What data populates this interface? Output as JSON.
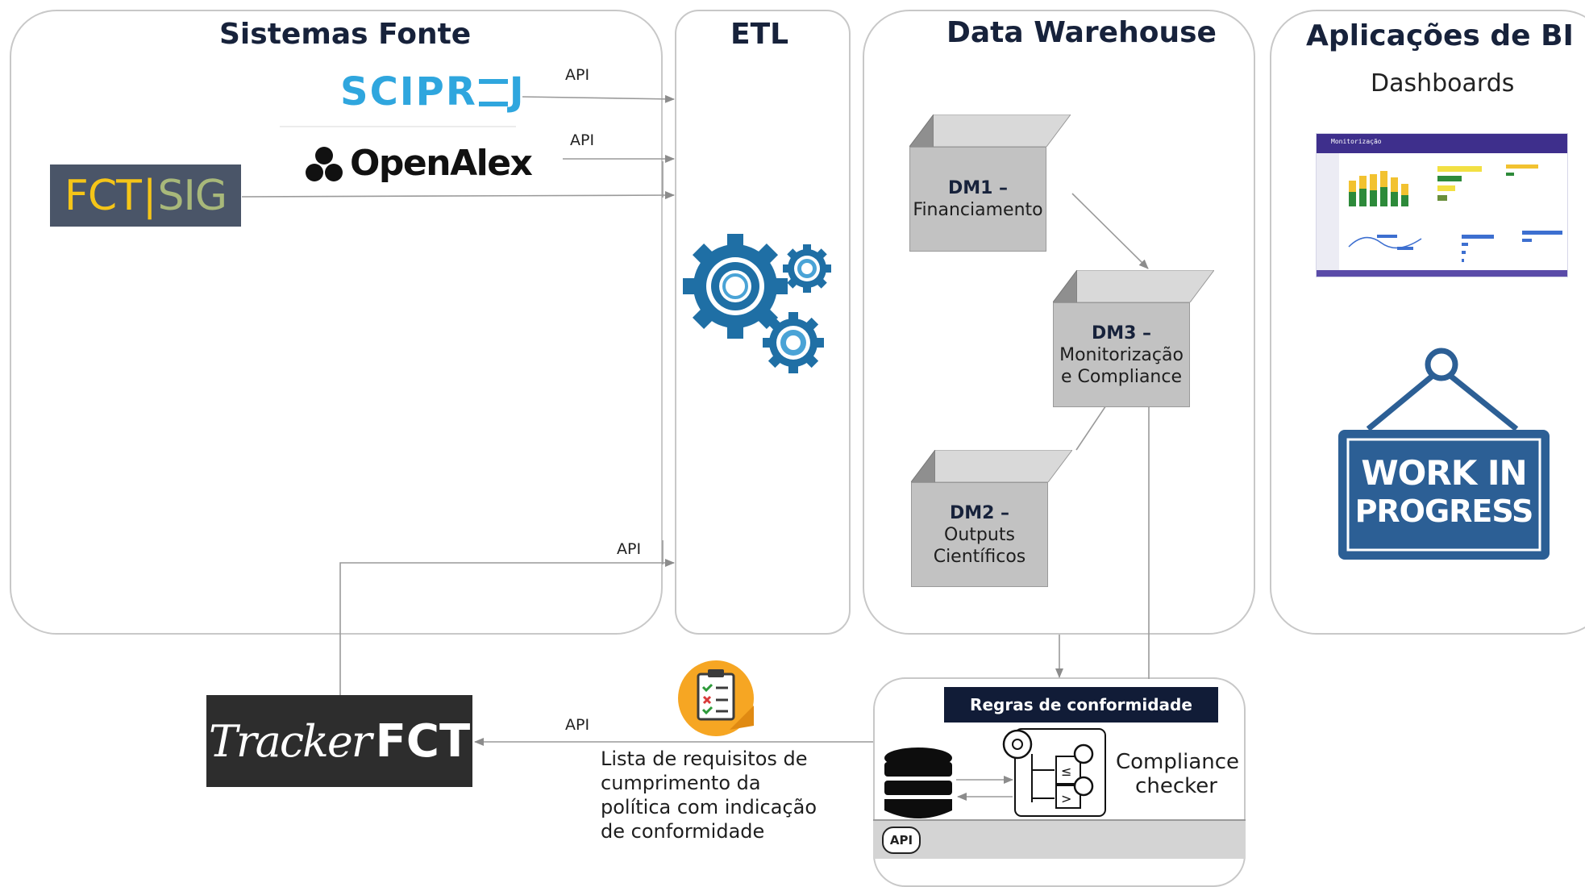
{
  "panels": {
    "source_systems": "Sistemas Fonte",
    "etl": "ETL",
    "data_warehouse": "Data Warehouse",
    "bi_apps": "Aplicações de BI",
    "bi_subtitle": "Dashboards"
  },
  "logos": {
    "sciproj": "SCIPR",
    "sciproj_suffix": "J",
    "openalex": "OpenAlex",
    "fctsig_left": "FCT",
    "fctsig_sep": "|",
    "fctsig_right": "SIG",
    "tracker_italic": "Tracker",
    "tracker_bold": "FCT"
  },
  "api_labels": {
    "sciproj": "API",
    "openalex": "API",
    "tracker_in": "API",
    "tracker_out": "API"
  },
  "datamarts": {
    "dm1_code": "DM1 –",
    "dm1_name": "Financiamento",
    "dm2_code": "DM2 –",
    "dm2_name_1": "Outputs",
    "dm2_name_2": "Científicos",
    "dm3_code": "DM3 –",
    "dm3_name_1": "Monitorização",
    "dm3_name_2": "e Compliance"
  },
  "compliance": {
    "rules_title": "Regras de conformidade",
    "checker_1": "Compliance",
    "checker_2": "checker",
    "api_badge": "API"
  },
  "requirements_note": {
    "line1": "Lista de requisitos de",
    "line2": "cumprimento da",
    "line3": "política com indicação",
    "line4": "de conformidade"
  },
  "dashboard_thumb": {
    "title": "Monitorização"
  },
  "wip_sign": {
    "line1": "WORK IN",
    "line2": "PROGRESS"
  },
  "colors": {
    "title_navy": "#17223b",
    "panel_border": "#c8c8c8",
    "gear_blue": "#1f6fa5",
    "sciproj_blue": "#2fa6de",
    "wip_blue": "#2c5f95",
    "rules_bg": "#111c37",
    "api_strip_bg": "#d4d4d4",
    "arrow_grey": "#9a9a9a"
  }
}
